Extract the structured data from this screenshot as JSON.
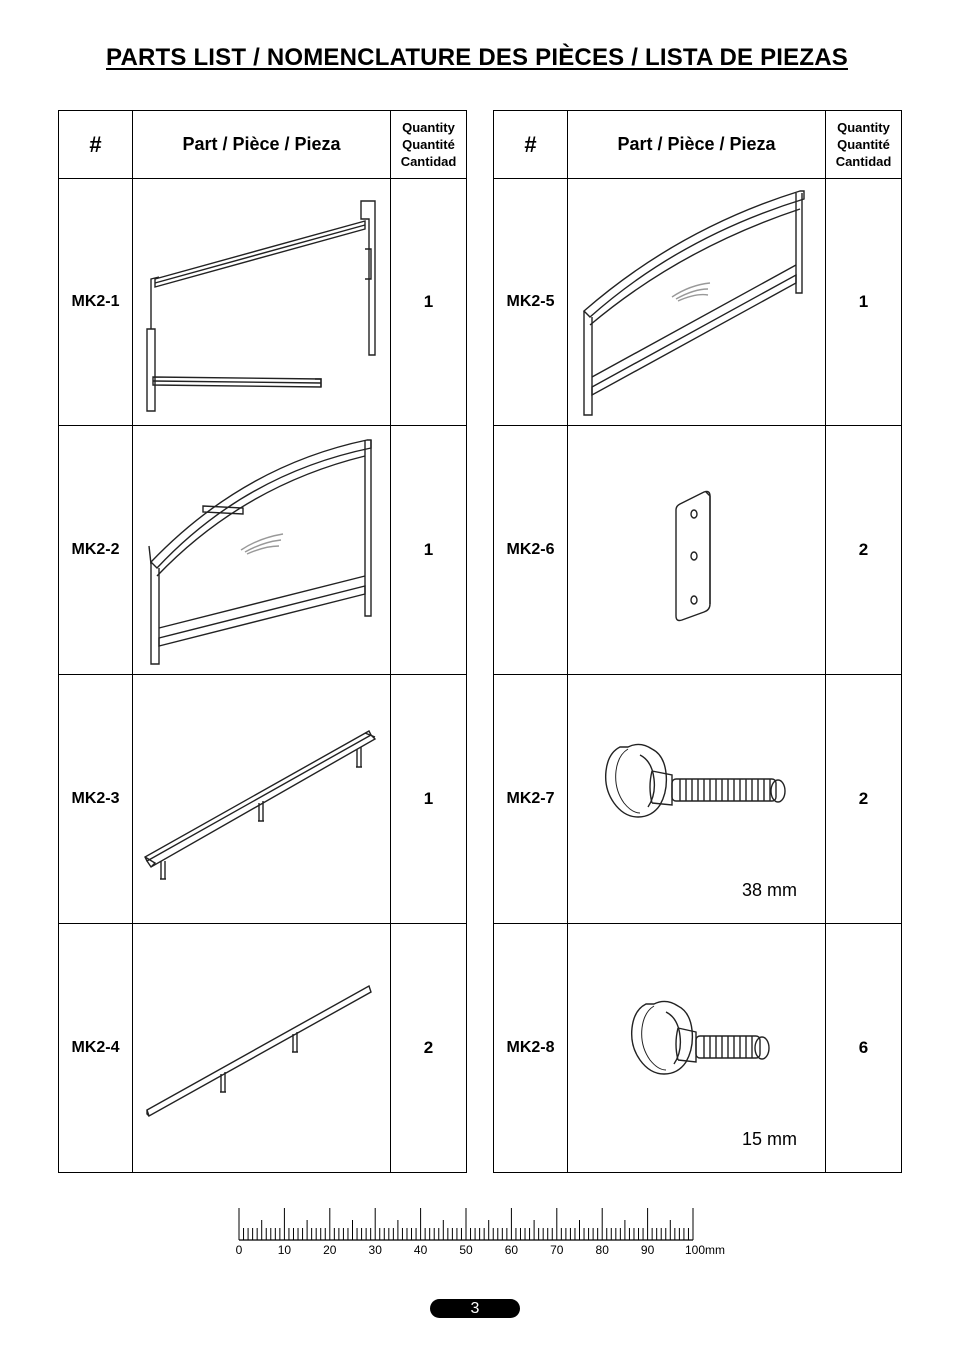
{
  "title": "PARTS LIST  /  NOMENCLATURE DES PIÈCES  /  LISTA DE PIEZAS",
  "headers": {
    "num": "#",
    "part": "Part / Pièce / Pieza",
    "qty_en": "Quantity",
    "qty_fr": "Quantité",
    "qty_es": "Cantidad"
  },
  "left_parts": [
    {
      "code": "MK2-1",
      "qty": "1",
      "icon": "side-rail-frame-icon"
    },
    {
      "code": "MK2-2",
      "qty": "1",
      "icon": "headboard-icon"
    },
    {
      "code": "MK2-3",
      "qty": "1",
      "icon": "center-rail-icon"
    },
    {
      "code": "MK2-4",
      "qty": "2",
      "icon": "slat-icon"
    }
  ],
  "right_parts": [
    {
      "code": "MK2-5",
      "qty": "1",
      "icon": "footboard-icon"
    },
    {
      "code": "MK2-6",
      "qty": "2",
      "icon": "bracket-plate-icon"
    },
    {
      "code": "MK2-7",
      "qty": "2",
      "icon": "long-bolt-icon",
      "dimension": "38 mm"
    },
    {
      "code": "MK2-8",
      "qty": "6",
      "icon": "short-bolt-icon",
      "dimension": "15 mm"
    }
  ],
  "ruler": {
    "labels": [
      "0",
      "10",
      "20",
      "30",
      "40",
      "50",
      "60",
      "70",
      "80",
      "90",
      "100mm"
    ]
  },
  "page_number": "3"
}
